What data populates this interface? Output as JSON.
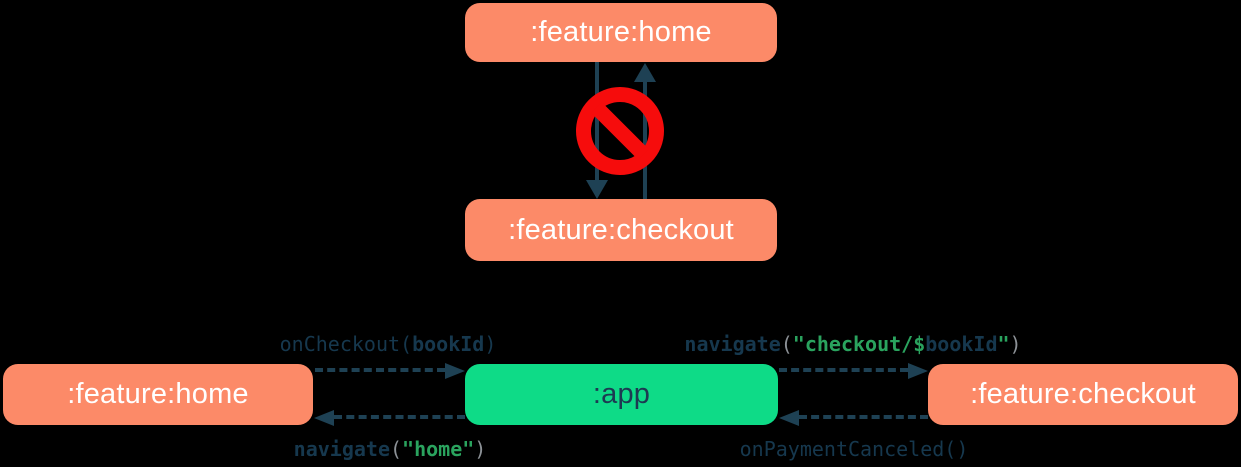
{
  "colors": {
    "background": "#000000",
    "module_box": "#fc8a68",
    "module_text": "#ffffff",
    "app_box": "#0edb87",
    "app_text": "#1d3a52",
    "arrow": "#1e4154",
    "prohibited": "#f60c0c",
    "code_navy": "#16384e",
    "code_green": "#2aa35e",
    "code_gray": "#8c9196"
  },
  "top_diagram": {
    "description": "forbidden direct dependency between feature modules",
    "home_module": ":feature:home",
    "checkout_module": ":feature:checkout",
    "no_entry_icon": "no-entry"
  },
  "bottom_diagram": {
    "description": "feature modules communicate through the app module",
    "home_module": ":feature:home",
    "app_module": ":app",
    "checkout_module": ":feature:checkout",
    "code_labels": {
      "on_checkout": {
        "text": "onCheckout(bookId)",
        "parts": [
          {
            "text": "onCheckout(",
            "color": "navy",
            "bold": false
          },
          {
            "text": "bookId",
            "color": "navy",
            "bold": true
          },
          {
            "text": ")",
            "color": "navy",
            "bold": false
          }
        ]
      },
      "navigate_checkout": {
        "text": "navigate(\"checkout/$bookId\")",
        "parts": [
          {
            "text": "navigate",
            "color": "navy",
            "bold": true
          },
          {
            "text": "(",
            "color": "gray",
            "bold": false
          },
          {
            "text": "\"checkout/$",
            "color": "green",
            "bold": true
          },
          {
            "text": "bookId",
            "color": "navy",
            "bold": true
          },
          {
            "text": "\"",
            "color": "green",
            "bold": true
          },
          {
            "text": ")",
            "color": "gray",
            "bold": false
          }
        ]
      },
      "navigate_home": {
        "text": "navigate(\"home\")",
        "parts": [
          {
            "text": "navigate",
            "color": "navy",
            "bold": true
          },
          {
            "text": "(",
            "color": "gray",
            "bold": false
          },
          {
            "text": "\"home\"",
            "color": "green",
            "bold": true
          },
          {
            "text": ")",
            "color": "gray",
            "bold": false
          }
        ]
      },
      "on_payment_canceled": {
        "text": "onPaymentCanceled()",
        "parts": [
          {
            "text": "onPaymentCanceled()",
            "color": "navy",
            "bold": false
          }
        ]
      }
    }
  }
}
